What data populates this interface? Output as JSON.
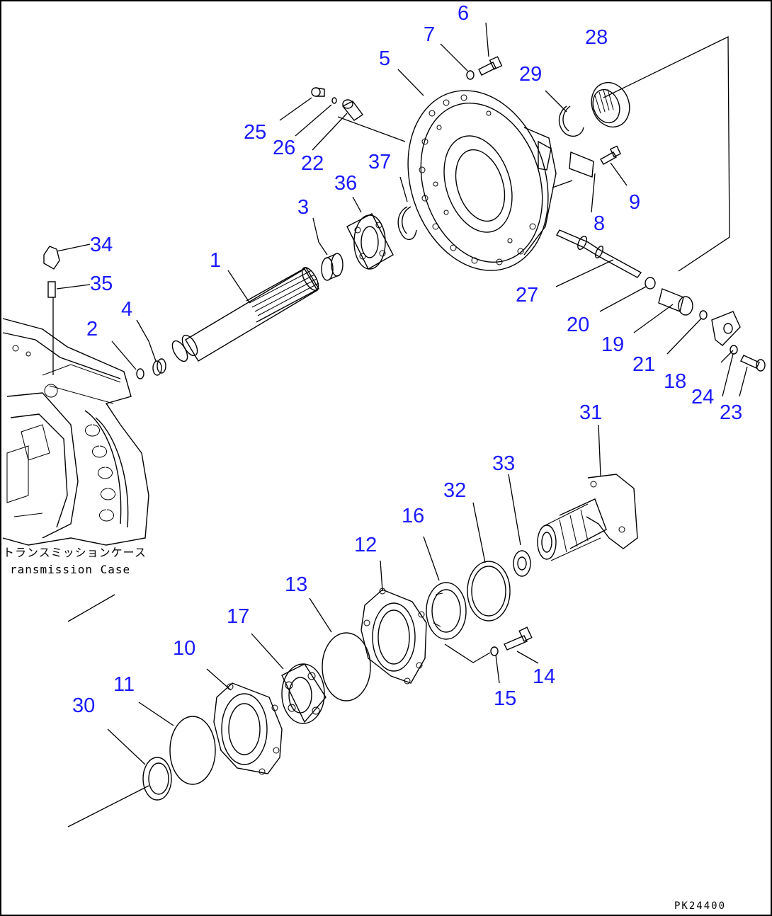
{
  "callouts": {
    "1": "1",
    "2": "2",
    "3": "3",
    "4": "4",
    "5": "5",
    "6": "6",
    "7": "7",
    "8": "8",
    "9": "9",
    "10": "10",
    "11": "11",
    "12": "12",
    "13": "13",
    "14": "14",
    "15": "15",
    "16": "16",
    "17": "17",
    "18": "18",
    "19": "19",
    "20": "20",
    "21": "21",
    "22": "22",
    "23": "23",
    "24": "24",
    "25": "25",
    "26": "26",
    "27": "27",
    "28": "28",
    "29": "29",
    "30": "30",
    "31": "31",
    "32": "32",
    "33": "33",
    "34": "34",
    "35": "35",
    "36": "36",
    "37": "37"
  },
  "caption": {
    "japanese": "トランスミッションケース",
    "english": "ransmission Case"
  },
  "drawing_code": "PK24400",
  "colors": {
    "callout": "#1a1aff",
    "linework": "#000000",
    "background": "#ffffff"
  }
}
